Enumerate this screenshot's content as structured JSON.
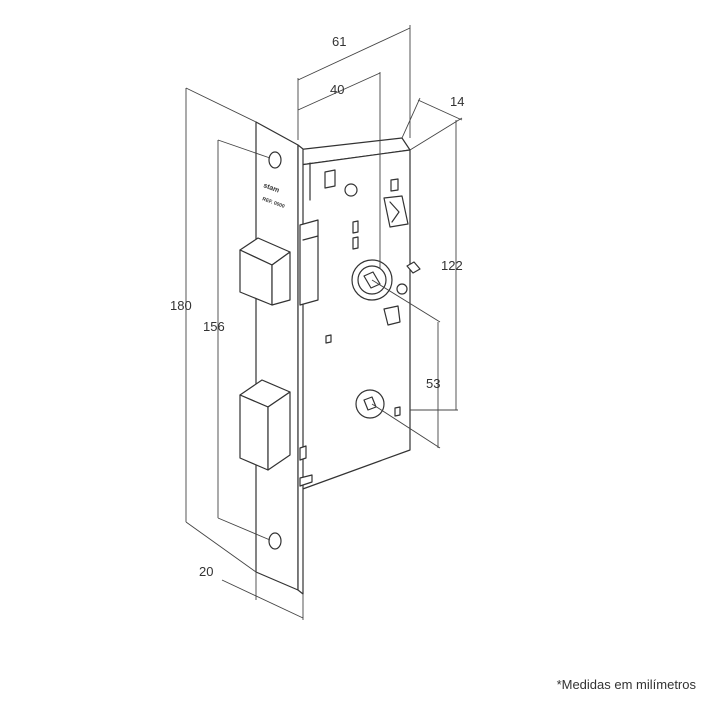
{
  "dimensions": {
    "total_depth": "61",
    "backset": "40",
    "case_thickness": "14",
    "case_height": "122",
    "handle_to_key": "53",
    "faceplate_height": "180",
    "screw_spacing": "156",
    "faceplate_width": "20"
  },
  "faceplate_logo": "stam",
  "faceplate_model": "REF. 0000",
  "footnote": "*Medidas em milímetros"
}
